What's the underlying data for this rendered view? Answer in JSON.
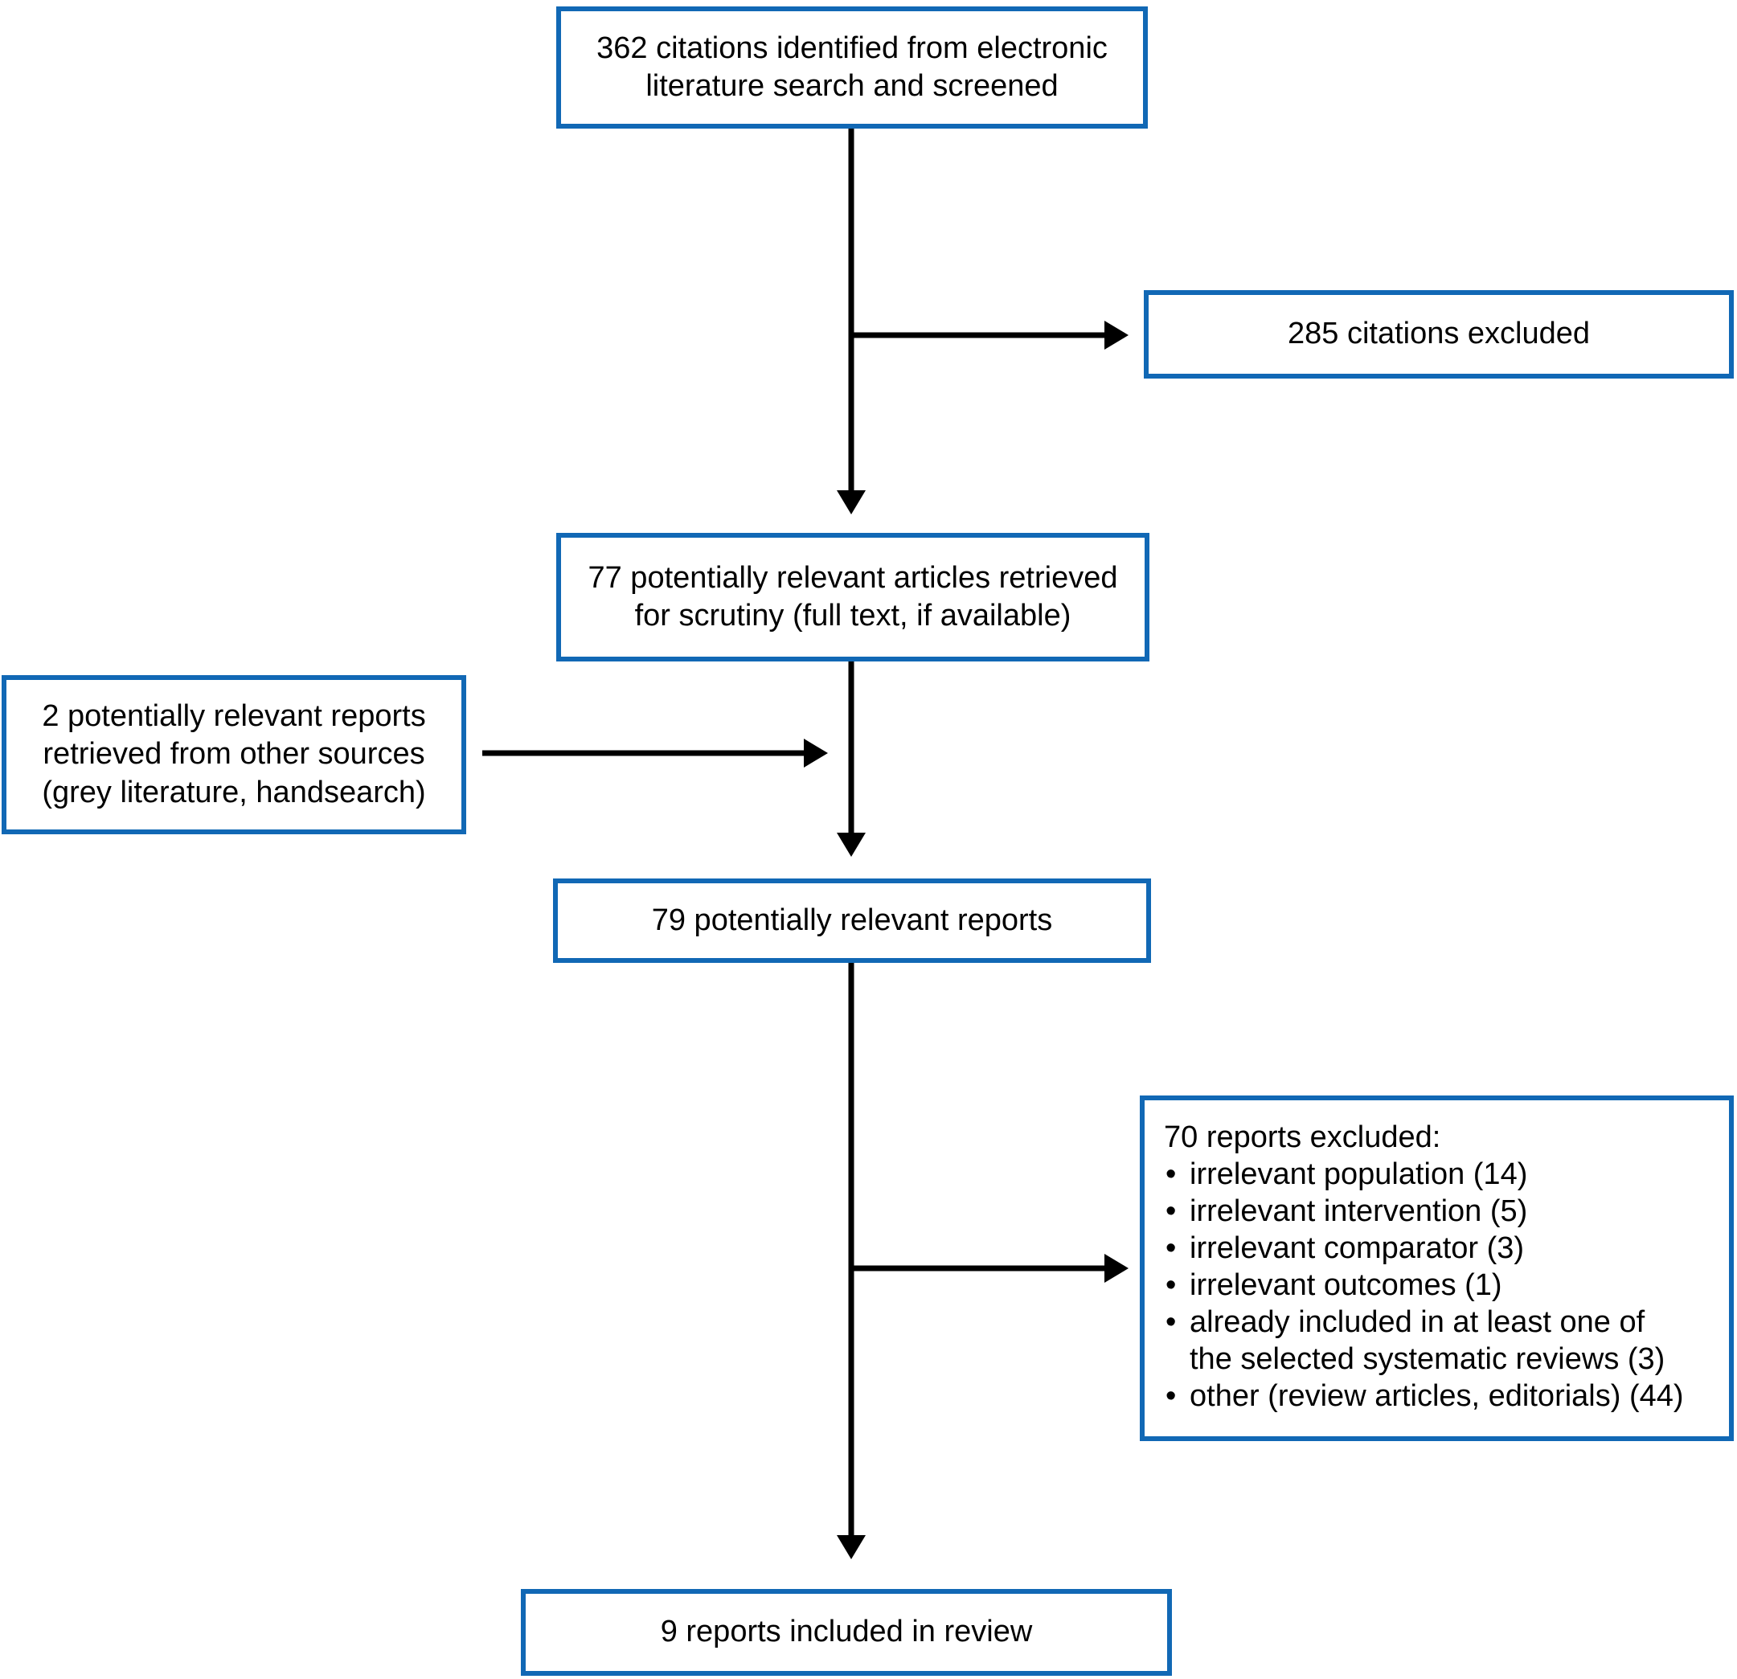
{
  "page": {
    "background": "#ffffff"
  },
  "colors": {
    "box_border": "#1168b5",
    "arrow": "#000000",
    "text": "#000000"
  },
  "flowchart": {
    "boxes": {
      "identified": "362 citations identified from electronic\nliterature search and screened",
      "citations_excluded": "285 citations excluded",
      "retrieved": "77 potentially relevant articles retrieved\nfor scrutiny (full text, if available)",
      "other_sources": "2 potentially relevant reports\nretrieved from other sources\n(grey literature, handsearch)",
      "relevant_reports": "79 potentially relevant reports",
      "reports_excluded_title": "70 reports excluded:",
      "reports_excluded_items": [
        "irrelevant population (14)",
        "irrelevant intervention (5)",
        "irrelevant comparator (3)",
        "irrelevant outcomes (1)",
        "already included in at least one of\nthe selected systematic reviews (3)",
        "other (review articles, editorials) (44)"
      ],
      "included": "9 reports included in review"
    }
  }
}
